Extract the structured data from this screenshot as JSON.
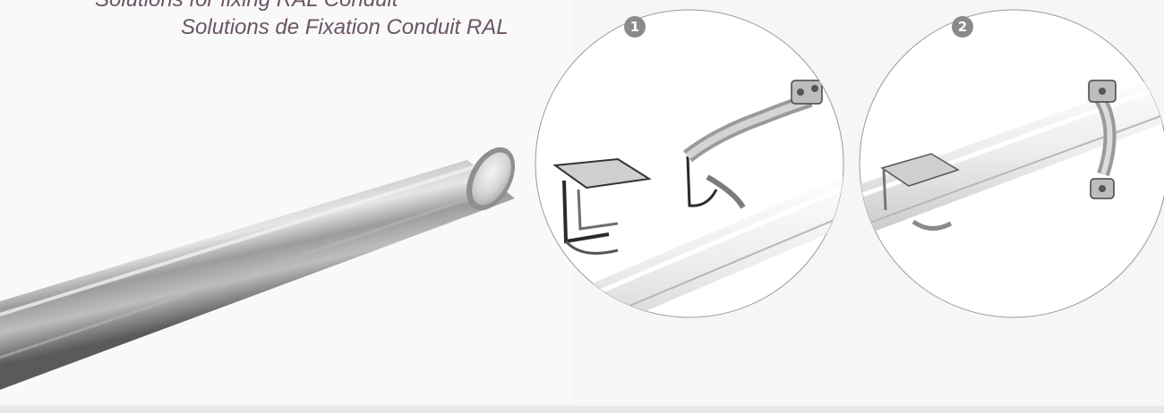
{
  "titles": {
    "english": "Solutions for fixing RAL Conduit",
    "french": "Solutions de Fixation Conduit RAL"
  },
  "details": [
    {
      "number": "1"
    },
    {
      "number": "2"
    }
  ],
  "colors": {
    "title_text": "#6b5464",
    "badge": "#8a8a8a",
    "background": "#f6f6f6"
  }
}
